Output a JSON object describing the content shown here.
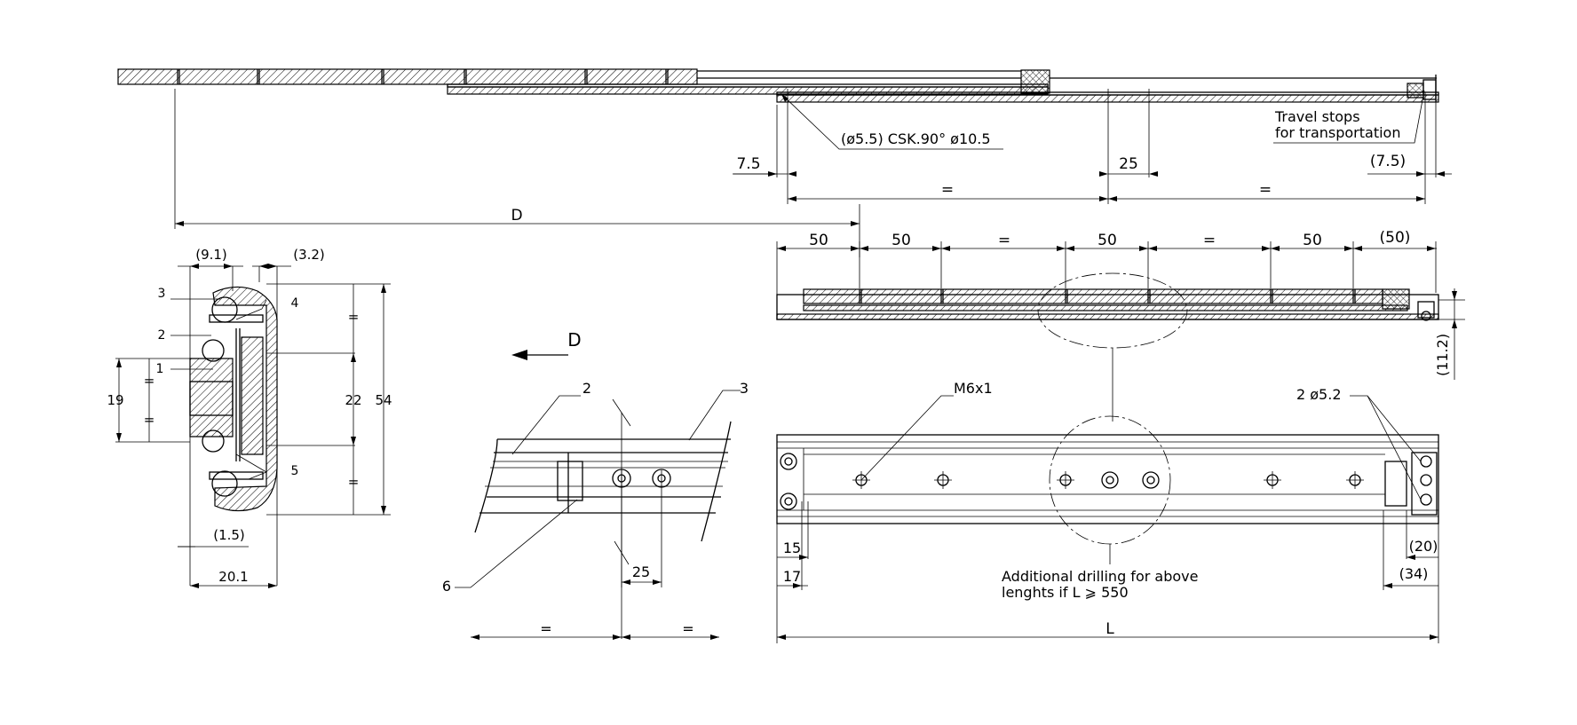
{
  "dimensions": {
    "d_top": "D",
    "csk_note": "(ø5.5) CSK.90° ø10.5",
    "left_7_5": "7.5",
    "top_25": "25",
    "top_eq_1": "=",
    "top_eq_2": "=",
    "right_7_5": "(7.5)",
    "travel_stops_1": "Travel stops",
    "travel_stops_2": "for transportation",
    "spacing": [
      "50",
      "50",
      "=",
      "50",
      "=",
      "50",
      "(50)"
    ],
    "h_11_2": "(11.2)",
    "w_9_1": "(9.1)",
    "w_3_2": "(3.2)",
    "h_19": "19",
    "h_22": "22",
    "h_54": "54",
    "w_1_5": "(1.5)",
    "w_20_1": "20.1",
    "eq_left": "=",
    "eq_mid_a": "=",
    "eq_mid_b": "=",
    "eq_19a": "=",
    "eq_19b": "=",
    "detail_25": "25",
    "detail_eq_1": "=",
    "detail_eq_2": "=",
    "thread": "M6x1",
    "holes": "2  ø5.2",
    "b_15": "15",
    "b_17": "17",
    "b_20": "(20)",
    "b_34": "(34)",
    "length_L": "L",
    "note_1": "Additional drilling for above",
    "note_2": "lenghts if L ⩾ 550"
  },
  "view_arrow": "D",
  "balloons": [
    "1",
    "2",
    "3",
    "4",
    "5",
    "2",
    "3",
    "6"
  ]
}
